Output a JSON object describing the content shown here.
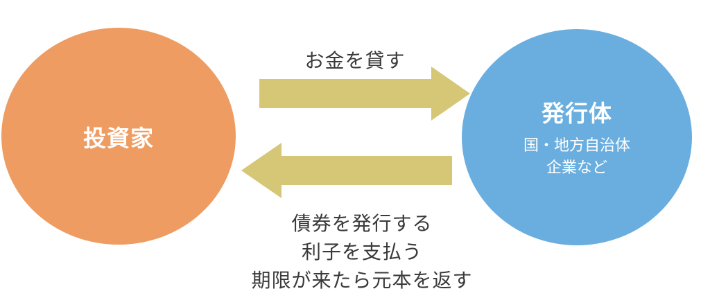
{
  "investor": {
    "label": "投資家"
  },
  "issuer": {
    "title": "発行体",
    "subtitle_line1": "国・地方自治体",
    "subtitle_line2": "企業など"
  },
  "arrow_top": {
    "label": "お金を貸す",
    "color": "#d6c777"
  },
  "arrow_bottom": {
    "lines": [
      "債券を発行する",
      "利子を支払う",
      "期限が来たら元本を返す"
    ],
    "color": "#d6c777"
  },
  "colors": {
    "investor": "#ee9c61",
    "issuer": "#6aaee0",
    "text": "#3a3a3a"
  }
}
